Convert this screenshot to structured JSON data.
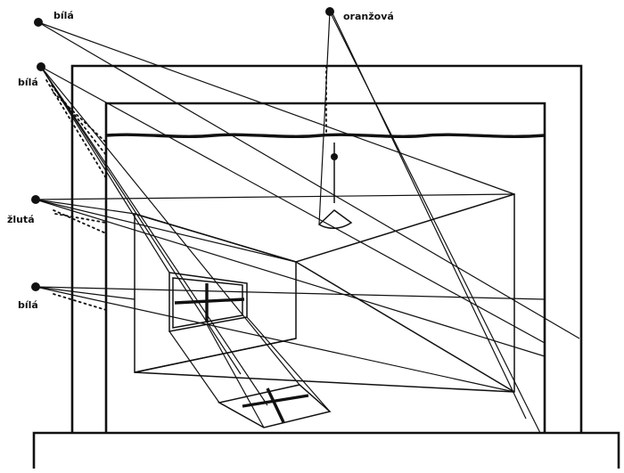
{
  "lights": [
    {
      "id": "white-top",
      "label": "bílá"
    },
    {
      "id": "white-upper-left",
      "label": "bílá"
    },
    {
      "id": "yellow",
      "label": "žlutá"
    },
    {
      "id": "white-lower-left",
      "label": "bílá"
    },
    {
      "id": "orange",
      "label": "oranžová"
    }
  ]
}
